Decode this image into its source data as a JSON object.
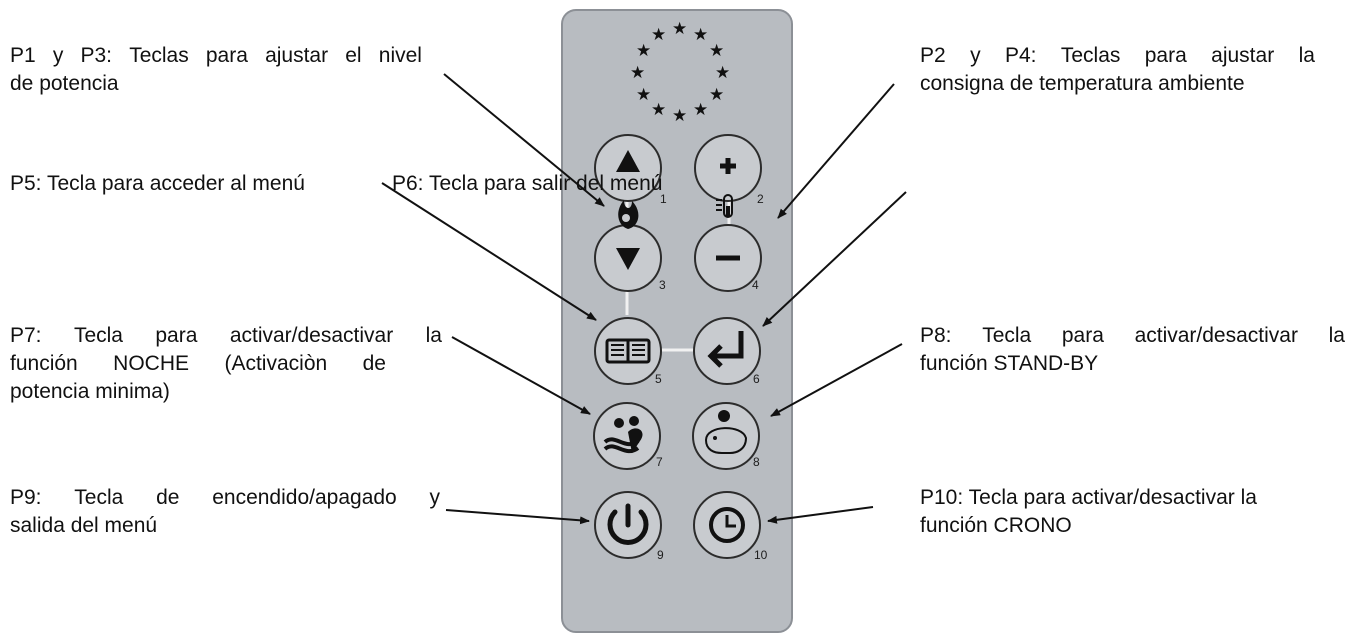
{
  "labels": {
    "p1_p3": {
      "line1": [
        "P1",
        "y",
        "P3:",
        "Teclas",
        "para",
        "ajustar",
        "el",
        "nivel"
      ],
      "line2": "de potencia"
    },
    "p2_p4": {
      "line1": [
        "P2",
        "y",
        "P4:",
        "Teclas",
        "para",
        "ajustar",
        "la"
      ],
      "line2": "consigna de temperatura ambiente"
    },
    "p5": "P5: Tecla para acceder al menú",
    "p6": "P6: Tecla para salir del menú",
    "p7": {
      "line1": [
        "P7:",
        "Tecla",
        "para",
        "activar/desactivar",
        "la"
      ],
      "line2": [
        "función",
        "NOCHE",
        "(Activaciòn",
        "de"
      ],
      "line3": "potencia minima)"
    },
    "p8": {
      "line1": [
        "P8:",
        "Tecla",
        "para",
        "activar/desactivar",
        "la"
      ],
      "line2": "función STAND-BY"
    },
    "p9": {
      "line1": [
        "P9:",
        "Tecla",
        "de",
        "encendido/apagado",
        "y"
      ],
      "line2": "salida del menú"
    },
    "p10": {
      "line1": "P10: Tecla para activar/desactivar la",
      "line2": "función CRONO"
    }
  },
  "keys": [
    {
      "number": "1",
      "icon": "arrow-up-icon"
    },
    {
      "number": "2",
      "icon": "plus-icon"
    },
    {
      "number": "3",
      "icon": "arrow-down-icon"
    },
    {
      "number": "4",
      "icon": "minus-icon"
    },
    {
      "number": "5",
      "icon": "book-icon"
    },
    {
      "number": "6",
      "icon": "enter-icon"
    },
    {
      "number": "7",
      "icon": "night-mode-icon"
    },
    {
      "number": "8",
      "icon": "piggy-bank-icon"
    },
    {
      "number": "9",
      "icon": "power-icon"
    },
    {
      "number": "10",
      "icon": "clock-icon"
    }
  ],
  "extra_icons": [
    "flame-icon",
    "thermometer-icon",
    "eu-stars-icon"
  ],
  "colors": {
    "remote_body": "#b8bcc1",
    "key_fill": "#c8cbcf",
    "text": "#111111",
    "arrow": "#111111"
  }
}
